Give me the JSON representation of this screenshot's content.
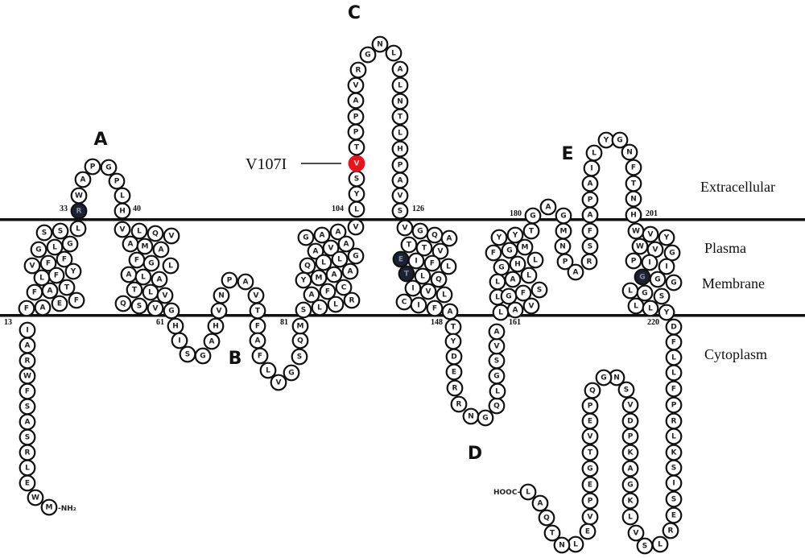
{
  "loop_labels": {
    "A": "A",
    "B": "B",
    "C": "C",
    "D": "D",
    "E": "E"
  },
  "regions": {
    "extracellular": "Extracellular",
    "plasma": "Plasma",
    "membrane": "Membrane",
    "cytoplasm": "Cytoplasm"
  },
  "mutation": {
    "label": "V107I",
    "color": "#e8141a"
  },
  "termini": {
    "n": "-NH₂",
    "c": "HOOC-"
  },
  "residue_numbers": {
    "n13": "13",
    "n33": "33",
    "n40": "40",
    "n61": "61",
    "n81": "81",
    "n104": "104",
    "n126": "126",
    "n148": "148",
    "n161": "161",
    "n180": "180",
    "n201": "201",
    "n220": "220"
  },
  "segments": [
    {
      "id": "nterm",
      "residues": "MWELRSASFWRAI",
      "dark": [],
      "red": []
    },
    {
      "id": "tm1",
      "residues": "SSLGLGVFFLFYFATFAEF",
      "dark": [],
      "red": []
    },
    {
      "id": "loopA",
      "residues": "RWAPGPLH",
      "dark": [
        0
      ],
      "red": []
    },
    {
      "id": "tm2",
      "residues": "VLQVAMAFGLALATLVQSVG",
      "dark": [],
      "red": []
    },
    {
      "id": "loopB",
      "residues": "HISGAHVNPAVTFAFLVGSQM",
      "dark": [],
      "red": []
    },
    {
      "id": "tm3",
      "residues": "GAAVAVAQLLGYMAAAFCSLLR",
      "dark": [],
      "red": []
    },
    {
      "id": "loopC",
      "residues": "LYSVTPPAVRGNLALNTLHPAVS",
      "dark": [],
      "red": [
        3
      ]
    },
    {
      "id": "tm4",
      "residues": "VGQATTVEIFLTLQIVLCIFA",
      "dark": [
        7,
        11
      ],
      "red": []
    },
    {
      "id": "loopD",
      "residues": "TYDERRNGQLGSVA",
      "dark": [],
      "red": []
    },
    {
      "id": "tm5",
      "residues": "YYTFGMGHLLALLGFSLAV",
      "dark": [],
      "red": []
    },
    {
      "id": "loopE",
      "residues": "GAGMNPARSFAPAILYGNFTNH",
      "dark": [],
      "red": []
    },
    {
      "id": "tm6",
      "residues": "WVYWVGPIIGGGLGSLLY",
      "dark": [
        9
      ],
      "red": []
    },
    {
      "id": "cterm",
      "residues": "DFLLFPRLKSISERLSVLKGAKPDVSNGQPEVTGEPVELNTQAL",
      "dark": [],
      "red": []
    }
  ]
}
